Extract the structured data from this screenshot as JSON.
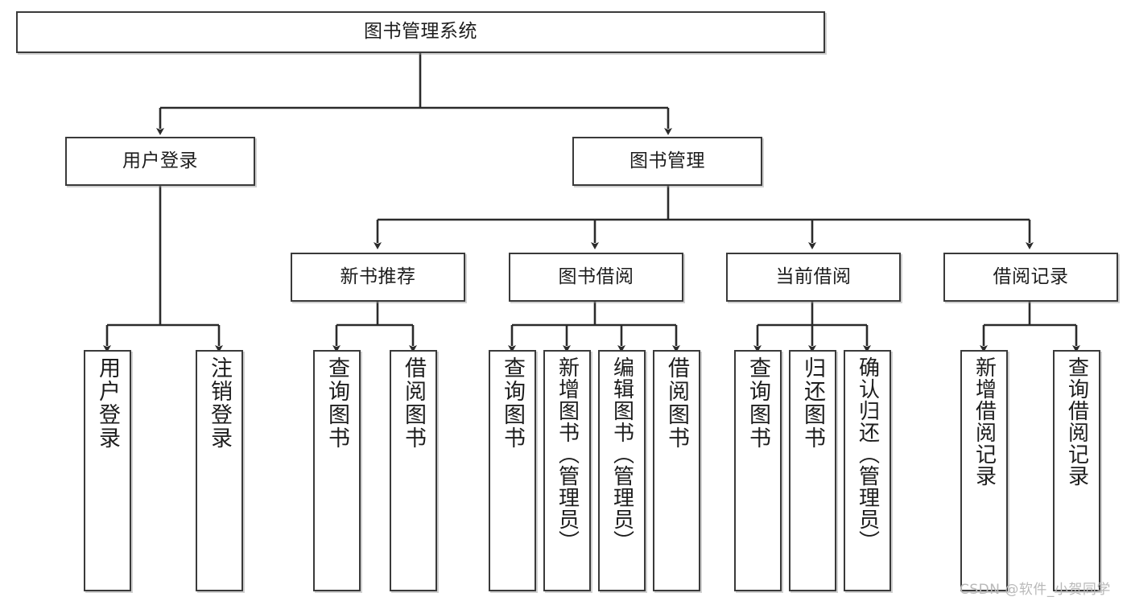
{
  "diagram": {
    "title": "图书管理系统",
    "type": "tree-hierarchy",
    "orientation": "top-down",
    "colors": {
      "box_border": "#3a3a3a",
      "box_fill": "#ffffff",
      "edge": "#2b2b2b",
      "text": "#1d1d1d",
      "watermark": "#b9b9b9"
    }
  },
  "root": {
    "label": "图书管理系统"
  },
  "level2": [
    {
      "label": "用户登录"
    },
    {
      "label": "图书管理"
    }
  ],
  "level3": [
    {
      "label": "新书推荐"
    },
    {
      "label": "图书借阅"
    },
    {
      "label": "当前借阅"
    },
    {
      "label": "借阅记录"
    }
  ],
  "leaves": {
    "user_login": [
      {
        "label": "用户登录"
      },
      {
        "label": "注销登录"
      }
    ],
    "new_book": [
      {
        "label": "查询图书"
      },
      {
        "label": "借阅图书"
      }
    ],
    "book_borrow": [
      {
        "label": "查询图书"
      },
      {
        "label": "新增图书（管理员）"
      },
      {
        "label": "编辑图书（管理员）"
      },
      {
        "label": "借阅图书"
      }
    ],
    "current_borrow": [
      {
        "label": "查询图书"
      },
      {
        "label": "归还图书"
      },
      {
        "label": "确认归还（管理员）"
      }
    ],
    "borrow_record": [
      {
        "label": "新增借阅记录"
      },
      {
        "label": "查询借阅记录"
      }
    ]
  },
  "watermark": {
    "text": "CSDN @软件_小贺同学"
  }
}
